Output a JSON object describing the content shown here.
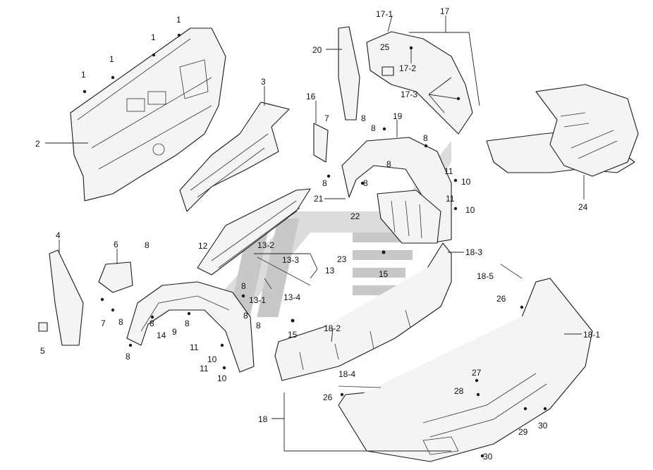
{
  "diagram": {
    "labels": {
      "l1a": "1",
      "l1b": "1",
      "l1c": "1",
      "l1d": "1",
      "l2": "2",
      "l3": "3",
      "l4": "4",
      "l5": "5",
      "l6": "6",
      "l7a": "7",
      "l7b": "7",
      "l8a": "8",
      "l8b": "8",
      "l8c": "8",
      "l8d": "8",
      "l8e": "8",
      "l8f": "8",
      "l8g": "8",
      "l8h": "8",
      "l8i": "8",
      "l8j": "8",
      "l8k": "8",
      "l8l": "8",
      "l8m": "8",
      "l8n": "8",
      "l9": "9",
      "l10a": "10",
      "l10b": "10",
      "l10c": "10",
      "l10d": "10",
      "l11a": "11",
      "l11b": "11",
      "l11c": "11",
      "l11d": "11",
      "l12": "12",
      "l13": "13",
      "l13_1": "13-1",
      "l13_2": "13-2",
      "l13_3": "13-3",
      "l13_4": "13-4",
      "l14": "14",
      "l15a": "15",
      "l15b": "15",
      "l16": "16",
      "l17": "17",
      "l17_1": "17-1",
      "l17_2": "17-2",
      "l17_3": "17-3",
      "l18": "18",
      "l18_1": "18-1",
      "l18_2": "18-2",
      "l18_3": "18-3",
      "l18_4": "18-4",
      "l18_5": "18-5",
      "l19": "19",
      "l20": "20",
      "l21": "21",
      "l22": "22",
      "l23": "23",
      "l24": "24",
      "l25": "25",
      "l26a": "26",
      "l26b": "26",
      "l27": "27",
      "l28": "28",
      "l29": "29",
      "l30a": "30",
      "l30b": "30"
    },
    "colors": {
      "line": "#1a1a1a",
      "watermark": "#c8c8c8",
      "background": "#ffffff"
    }
  }
}
